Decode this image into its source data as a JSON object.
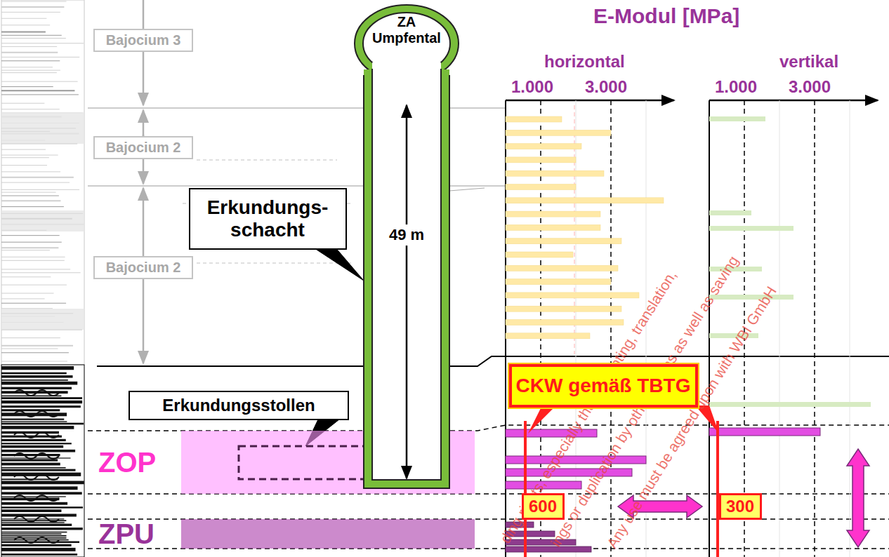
{
  "diagram": {
    "nodes": [
      {
        "text": [
          "Bajocium 3"
        ]
      },
      {
        "text": [
          "Bajocium 2"
        ]
      },
      {
        "text": [
          "Bajocium 2"
        ]
      },
      {
        "text": [
          "ZA Umpfental",
          "49 m"
        ]
      },
      {
        "text": [
          "Erkundungs- schacht"
        ]
      },
      {
        "text": [
          "Erkundungsstollen"
        ]
      },
      {
        "text": [
          "ZOP"
        ]
      },
      {
        "text": [
          "ZPU"
        ]
      },
      {
        "text": [
          "CKW gemäß TBTG"
        ]
      },
      {
        "text": [
          "600"
        ]
      },
      {
        "text": [
          "300"
        ]
      }
    ],
    "edges": [
      {
        "from": 4,
        "to": 3,
        "arrow": "none"
      },
      {
        "from": 5,
        "to": 6,
        "arrow": "none"
      }
    ],
    "labels": [
      "E-Modul [MPa]",
      "horizontal",
      "vertikal",
      "1.000",
      "3.000",
      "1.000",
      "3.000",
      "ding rights, especially that of printing, translation,",
      "ings or duplication by other means as well as saving",
      "Any use must be agreed upon with WBI GmbH"
    ]
  }
}
